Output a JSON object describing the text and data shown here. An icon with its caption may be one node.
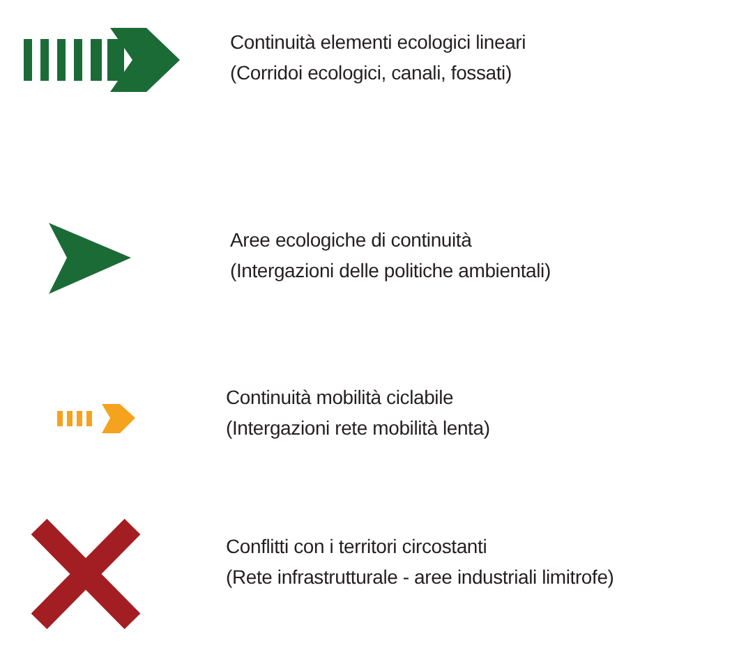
{
  "diagram": {
    "legend": [
      {
        "text": "Continuità elementi ecologici lineari (Corridoi ecologici, canali, fossati)"
      },
      {
        "text": "Aree ecologiche di continuità (Intergazioni delle politiche ambientali)"
      },
      {
        "text": "Continuità mobilità ciclabile (Intergazioni rete mobilità lenta)"
      },
      {
        "text": "Conflitti con i territori circostanti (Rete infrastrutturale - aree industriali limitrofe)"
      }
    ]
  }
}
